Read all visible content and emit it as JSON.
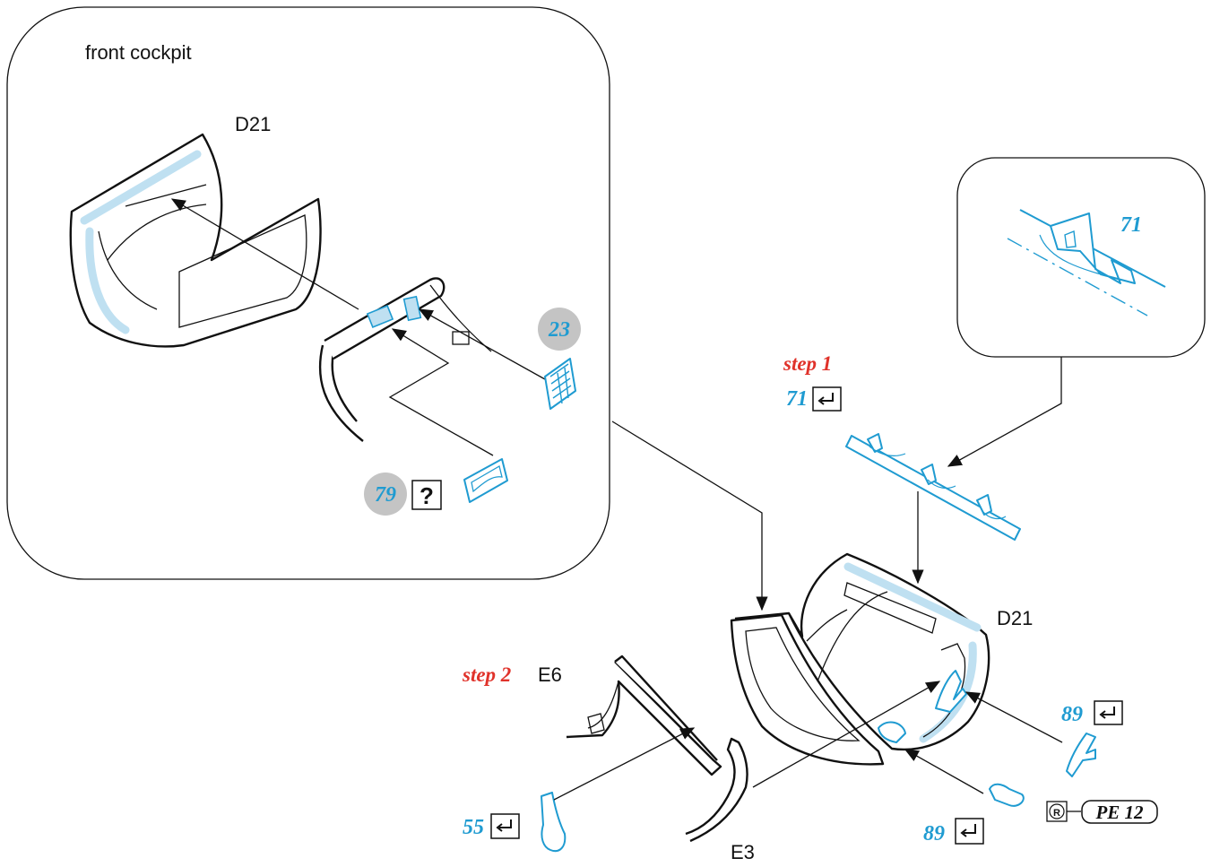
{
  "inset_title": "front cockpit",
  "labels": {
    "d21_top": "D21",
    "d21_main": "D21",
    "e6": "E6",
    "e3": "E3",
    "step1": "step 1",
    "step2": "step 2",
    "pe": "PE 12",
    "r_mark": "R",
    "question": "?"
  },
  "part_numbers": {
    "p23": "23",
    "p79": "79",
    "p71_detail": "71",
    "p71_step": "71",
    "p89_a": "89",
    "p89_b": "89",
    "p55": "55"
  },
  "colors": {
    "pe_blue": "#1f9bd1",
    "highlight": "#bfe0f1",
    "step_red": "#e0322a",
    "badge_grey": "#c4c4c4"
  },
  "icons": [
    "bend-icon",
    "question-icon",
    "registered-icon"
  ]
}
